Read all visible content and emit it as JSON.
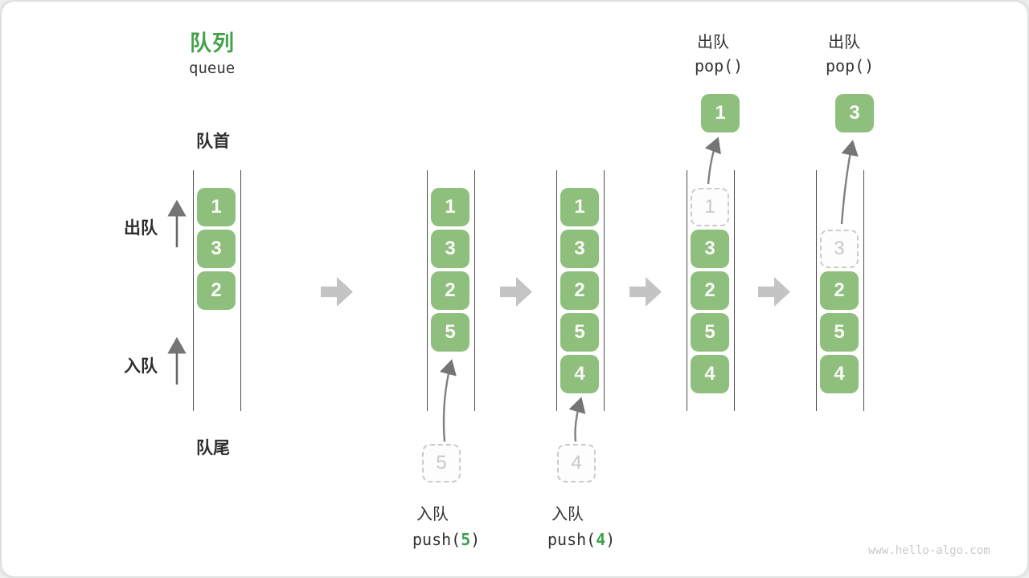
{
  "title": {
    "zh": "队列",
    "en": "queue"
  },
  "side_labels": {
    "front": "队首",
    "rear": "队尾",
    "dequeue": "出队",
    "enqueue": "入队"
  },
  "watermark": "www.hello-algo.com",
  "colors": {
    "box_green": "#8ebf7d",
    "title_green": "#44a24b",
    "arg_green": "#3fa14c",
    "block_arrow_gray": "#c4c4c4",
    "queue_line": "#4d4d4d",
    "dashed_border": "#cbcbcb"
  },
  "queues": [
    {
      "slots": [
        {
          "slot": 0,
          "value": "1",
          "type": "solid"
        },
        {
          "slot": 1,
          "value": "3",
          "type": "solid"
        },
        {
          "slot": 2,
          "value": "2",
          "type": "solid"
        }
      ]
    },
    {
      "slots": [
        {
          "slot": 0,
          "value": "1",
          "type": "solid"
        },
        {
          "slot": 1,
          "value": "3",
          "type": "solid"
        },
        {
          "slot": 2,
          "value": "2",
          "type": "solid"
        },
        {
          "slot": 3,
          "value": "5",
          "type": "solid"
        }
      ],
      "pending_value": "5",
      "op": {
        "label": "入队",
        "code_pre": "push(",
        "arg": "5",
        "code_post": ")"
      }
    },
    {
      "slots": [
        {
          "slot": 0,
          "value": "1",
          "type": "solid"
        },
        {
          "slot": 1,
          "value": "3",
          "type": "solid"
        },
        {
          "slot": 2,
          "value": "2",
          "type": "solid"
        },
        {
          "slot": 3,
          "value": "5",
          "type": "solid"
        },
        {
          "slot": 4,
          "value": "4",
          "type": "solid"
        }
      ],
      "pending_value": "4",
      "op": {
        "label": "入队",
        "code_pre": "push(",
        "arg": "4",
        "code_post": ")"
      }
    },
    {
      "slots": [
        {
          "slot": 0,
          "value": "1",
          "type": "dashed"
        },
        {
          "slot": 1,
          "value": "3",
          "type": "solid"
        },
        {
          "slot": 2,
          "value": "2",
          "type": "solid"
        },
        {
          "slot": 3,
          "value": "5",
          "type": "solid"
        },
        {
          "slot": 4,
          "value": "4",
          "type": "solid"
        }
      ],
      "popped_value": "1",
      "op": {
        "label": "出队",
        "code": "pop()"
      }
    },
    {
      "slots": [
        {
          "slot": 1,
          "value": "3",
          "type": "dashed"
        },
        {
          "slot": 2,
          "value": "2",
          "type": "solid"
        },
        {
          "slot": 3,
          "value": "5",
          "type": "solid"
        },
        {
          "slot": 4,
          "value": "4",
          "type": "solid"
        }
      ],
      "popped_value": "3",
      "op": {
        "label": "出队",
        "code": "pop()"
      }
    }
  ]
}
